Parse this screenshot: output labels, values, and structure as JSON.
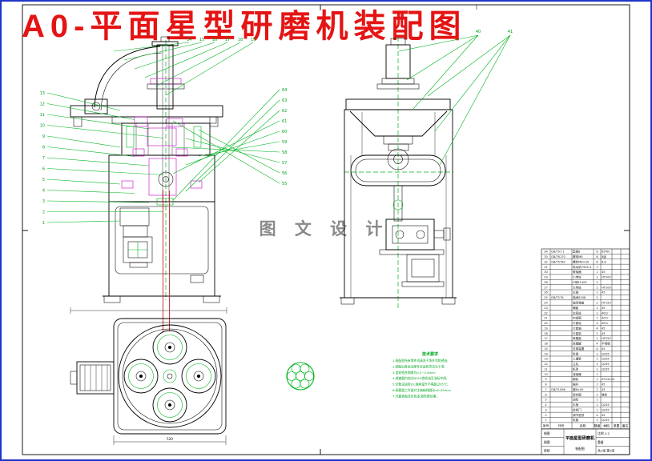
{
  "sheet": {
    "bg": "#ffffff",
    "border_color": "#2233cc",
    "frame_color": "#000000"
  },
  "title": {
    "text": "A0-平面星型研磨机装配图",
    "color": "#e51414"
  },
  "watermark": {
    "text": "图 文 设 计",
    "color": "#8a8a8a"
  },
  "colors": {
    "line": "#000000",
    "green": "#00b41e",
    "magenta": "#cc00cc",
    "projection_red": "#cc2222"
  },
  "callouts": {
    "left": [
      "13",
      "12",
      "11",
      "10",
      "9",
      "8",
      "7",
      "6",
      "5",
      "4",
      "3",
      "2",
      "1"
    ],
    "top": [
      "14",
      "15",
      "16",
      "17",
      "18",
      "19"
    ],
    "right_of_front": [
      "64",
      "63",
      "62",
      "61",
      "60",
      "59",
      "58",
      "57",
      "56",
      "55"
    ],
    "side_top": [
      "40",
      "41"
    ]
  },
  "notes": {
    "heading": "技术要求",
    "lines": [
      "1.装配前所有零件须清洗干净并涂防锈油;",
      "2.装配后各运动部件应运转灵活无卡滞;",
      "3.齿轮啮合侧隙为0.2~0.4mm;",
      "4.减速器内加注N220齿轮油至油标中线;",
      "5.空载试运转2h,轴承温升不得超过35℃;",
      "6.研磨盘工作面对主轴轴线跳动≤0.05mm;",
      "7.外露表面涂灰色漆,做防锈处理。"
    ]
  },
  "plan": {
    "dim": "520"
  },
  "bom": {
    "headers": [
      "序号",
      "代号",
      "名称",
      "数量",
      "材料",
      "单重",
      "备注"
    ],
    "rows": [
      [
        "34",
        "GB/T97.1",
        "垫圈8",
        "8",
        "65Mn"
      ],
      [
        "33",
        "GB/T6170",
        "螺母M8",
        "8",
        "8级"
      ],
      [
        "32",
        "GB/T5782",
        "螺栓M8×30",
        "8",
        "8.8"
      ],
      [
        "31",
        "",
        "电动机Y90S-4",
        "1",
        ""
      ],
      [
        "30",
        "",
        "联轴器",
        "1",
        "45"
      ],
      [
        "29",
        "",
        "小带轮",
        "1",
        "HT200"
      ],
      [
        "28",
        "",
        "V带B1400",
        "2",
        ""
      ],
      [
        "27",
        "",
        "大带轮",
        "1",
        "HT200"
      ],
      [
        "26",
        "",
        "主轴",
        "1",
        "45"
      ],
      [
        "25",
        "GB/T276",
        "轴承6208",
        "2",
        ""
      ],
      [
        "24",
        "",
        "轴承端盖",
        "2",
        "HT150"
      ],
      [
        "23",
        "",
        "隔套",
        "1",
        "45"
      ],
      [
        "22",
        "",
        "太阳轮",
        "1",
        "40Cr"
      ],
      [
        "21",
        "",
        "内齿圈",
        "1",
        "40Cr"
      ],
      [
        "20",
        "",
        "行星轮",
        "4",
        "40Cr"
      ],
      [
        "19",
        "",
        "行星轴",
        "4",
        "45"
      ],
      [
        "18",
        "",
        "行星架",
        "1",
        "45"
      ],
      [
        "17",
        "",
        "研磨盘",
        "1",
        "HT250"
      ],
      [
        "16",
        "",
        "研磨罐",
        "4",
        "不锈钢"
      ],
      [
        "15",
        "",
        "压紧装置",
        "4",
        "45"
      ],
      [
        "14",
        "",
        "料盘",
        "1",
        "Q235"
      ],
      [
        "13",
        "",
        "上横梁",
        "1",
        "Q235"
      ],
      [
        "12",
        "",
        "立柱",
        "1",
        "Q235"
      ],
      [
        "11",
        "",
        "机架",
        "1",
        "Q235"
      ],
      [
        "10",
        "",
        "减速器",
        "1",
        ""
      ],
      [
        "9",
        "",
        "蜗轮",
        "1",
        "ZCuSn10"
      ],
      [
        "8",
        "",
        "蜗杆",
        "1",
        "45"
      ],
      [
        "7",
        "GB/T1096",
        "键8×40",
        "2",
        "45"
      ],
      [
        "6",
        "",
        "密封圈",
        "2",
        "橡胶"
      ],
      [
        "5",
        "",
        "油标",
        "1",
        ""
      ],
      [
        "4",
        "",
        "手柄",
        "1",
        "Q235"
      ],
      [
        "3",
        "",
        "检修门",
        "1",
        "Q235"
      ],
      [
        "2",
        "",
        "调节垫铁",
        "4",
        "45"
      ],
      [
        "1",
        "",
        "机箱",
        "1",
        "Q235"
      ]
    ]
  },
  "title_block": {
    "left_labels": [
      "制图",
      "描图",
      "审核"
    ],
    "name": "平面星型研磨机",
    "doc_type": "装配图",
    "right_rows": [
      "比例 1:2",
      "重量",
      "共1张 第1张"
    ]
  }
}
